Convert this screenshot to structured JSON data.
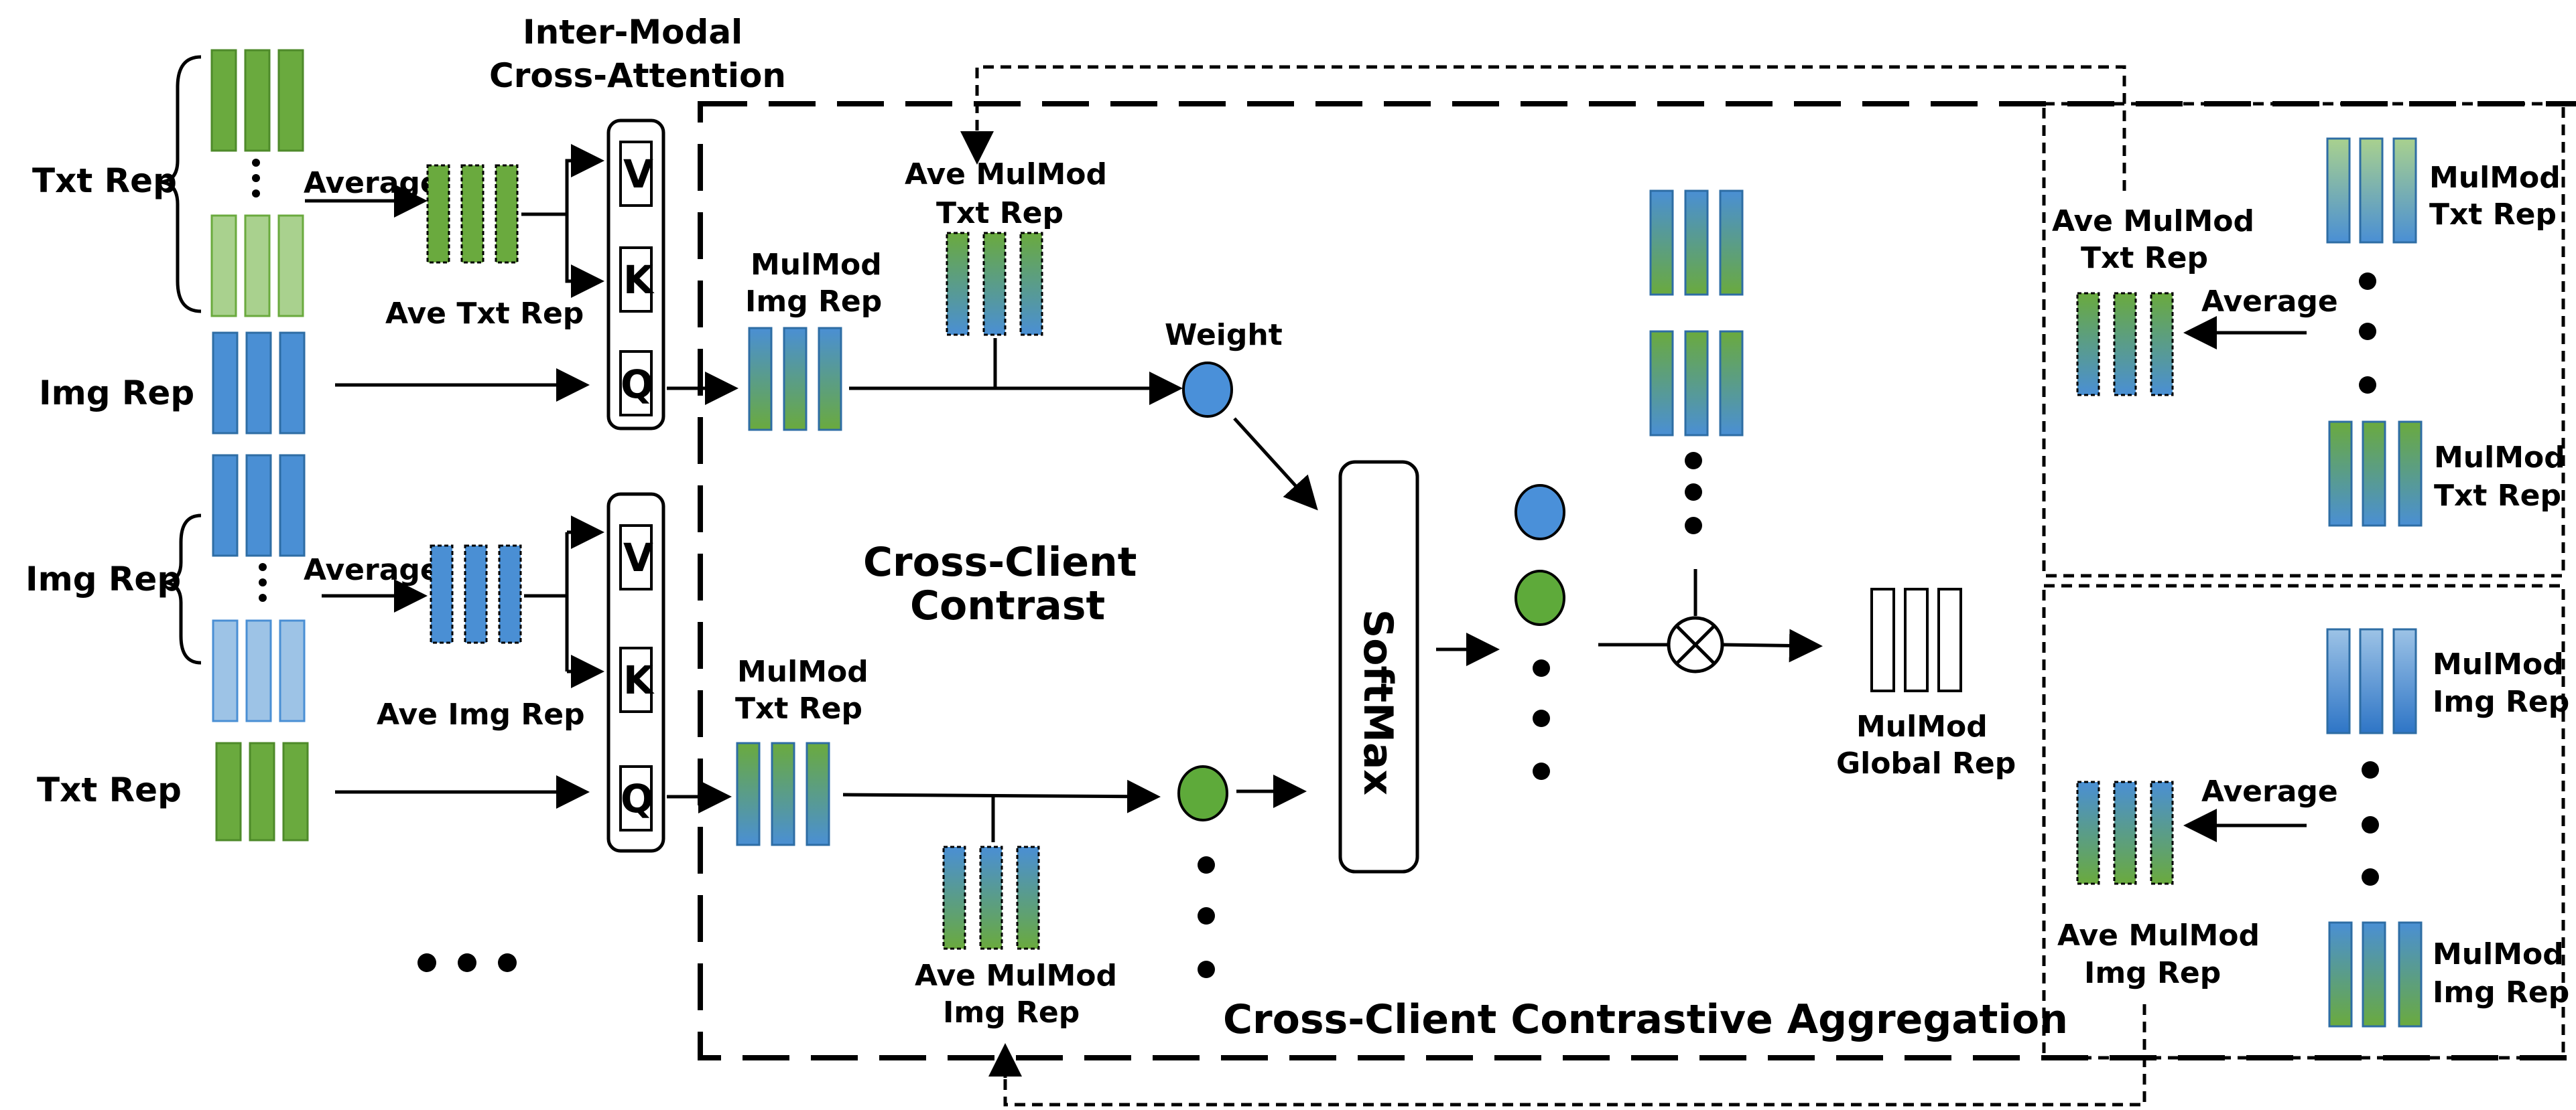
{
  "labels": {
    "inter_modal_title_1": "Inter-Modal",
    "inter_modal_title_2": "Cross-Attention",
    "txt_rep_top": "Txt Rep",
    "img_rep_mid": "Img Rep",
    "img_rep_lower": "Img Rep",
    "txt_rep_bottom": "Txt Rep",
    "average_top": "Average",
    "average_lower": "Average",
    "ave_txt_rep": "Ave Txt Rep",
    "ave_img_rep": "Ave Img Rep",
    "v_top": "V",
    "k_top": "K",
    "q_top": "Q",
    "v_bottom": "V",
    "k_bottom": "K",
    "q_bottom": "Q",
    "mulmod_img_rep_1": "MulMod",
    "mulmod_img_rep_2": "Img Rep",
    "mulmod_txt_rep_1": "MulMod",
    "mulmod_txt_rep_2": "Txt Rep",
    "ave_mulmod_txt_rep_1": "Ave MulMod",
    "ave_mulmod_txt_rep_2": "Txt Rep",
    "ave_mulmod_img_rep_1": "Ave MulMod",
    "ave_mulmod_img_rep_2": "Img Rep",
    "weight": "Weight",
    "cross_client_contrast_1": "Cross-Client",
    "cross_client_contrast_2": "Contrast",
    "softmax": "SoftMax",
    "mulmod_global_rep_1": "MulMod",
    "mulmod_global_rep_2": "Global Rep",
    "aggregation_title": "Cross-Client Contrastive Aggregation",
    "right_ave_mulmod_txt_1": "Ave MulMod",
    "right_ave_mulmod_txt_2": "Txt Rep",
    "right_average_top": "Average",
    "right_mulmod_txt_a_1": "MulMod",
    "right_mulmod_txt_a_2": "Txt Rep",
    "right_mulmod_txt_b_1": "MulMod",
    "right_mulmod_txt_b_2": "Txt Rep",
    "right_ave_mulmod_img_1": "Ave MulMod",
    "right_ave_mulmod_img_2": "Img Rep",
    "right_average_bottom": "Average",
    "right_mulmod_img_a_1": "MulMod",
    "right_mulmod_img_a_2": "Img Rep",
    "right_mulmod_img_b_1": "MulMod",
    "right_mulmod_img_b_2": "Img Rep"
  },
  "colors": {
    "green": "#6aaa3e",
    "light_green": "#a9d18e",
    "blue": "#4a8fd4",
    "light_blue": "#9dc3e6",
    "node_blue": "#4a90d9",
    "node_green": "#5eaa3a",
    "stroke_green": "#4e8a2a",
    "stroke_blue": "#2e6da4"
  }
}
